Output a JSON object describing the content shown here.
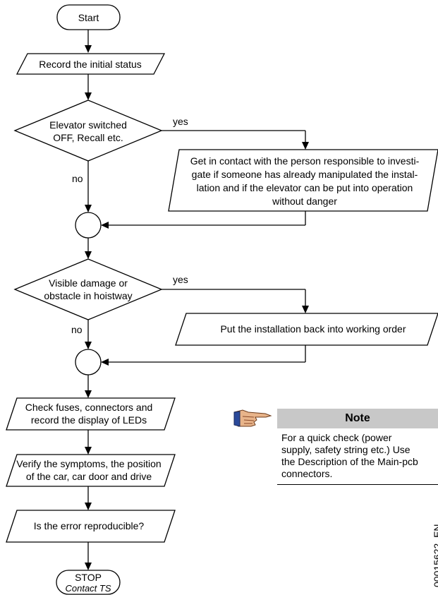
{
  "flow": {
    "start": "Start",
    "record_initial": "Record the initial status",
    "decision1": [
      "Elevator switched",
      "OFF, Recall etc."
    ],
    "decision1_yes": "yes",
    "decision1_no": "no",
    "contact_lines": [
      "Get in contact with the person responsible to investi-",
      "gate if someone has already manipulated the instal-",
      "lation and if the elevator can be put into operation",
      "without danger"
    ],
    "decision2": [
      "Visible damage or",
      "obstacle in hoistway"
    ],
    "decision2_yes": "yes",
    "decision2_no": "no",
    "working_order": "Put the installation back into working order",
    "check_fuses": [
      "Check fuses, connectors and",
      "record the display of LEDs"
    ],
    "verify": [
      "Verify the symptoms, the position",
      "of the car, car door and drive"
    ],
    "reproducible": "Is the error reproducible?",
    "stop": "STOP",
    "stop_sub": "Contact TS"
  },
  "note": {
    "title": "Note",
    "body": "For a quick check (power\nsupply, safety string etc.) Use\nthe Description of the Main-pcb\nconnectors.",
    "icon": "pointing-hand-icon"
  },
  "doc_id": "00015622_EN"
}
